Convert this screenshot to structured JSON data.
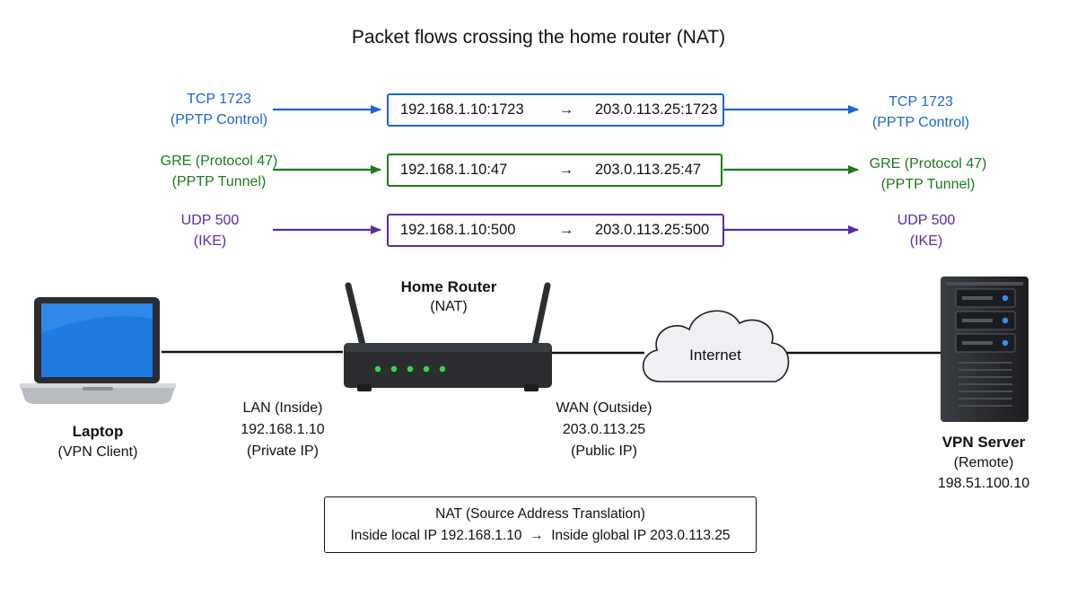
{
  "title": "Packet flows crossing the home router (NAT)",
  "flows": [
    {
      "color": "#1a66d6",
      "left_label": [
        "TCP 1723",
        "(PPTP Control)"
      ],
      "right_label": [
        "TCP 1723",
        "(PPTP Control)"
      ],
      "src": "192.168.1.10:1723",
      "arrow": "→",
      "dst": "203.0.113.25:1723"
    },
    {
      "color": "#1d7a1d",
      "left_label": [
        "GRE (Protocol 47)",
        "(PPTP Tunnel)"
      ],
      "right_label": [
        "GRE (Protocol 47)",
        "(PPTP Tunnel)"
      ],
      "src": "192.168.1.10:47",
      "arrow": "→",
      "dst": "203.0.113.25:47"
    },
    {
      "color": "#5a2aa8",
      "left_label": [
        "UDP 500",
        "(IKE)"
      ],
      "right_label": [
        "UDP 500",
        "(IKE)"
      ],
      "src": "192.168.1.10:500",
      "arrow": "→",
      "dst": "203.0.113.25:500"
    }
  ],
  "router": {
    "name": "Home Router",
    "sub": "(NAT)",
    "icon": "router-icon"
  },
  "laptop": {
    "name": "Laptop",
    "sub": "(VPN Client)",
    "icon": "laptop-icon",
    "screen_color": "#1e7be0"
  },
  "internet": {
    "label": "Internet",
    "icon": "cloud-icon"
  },
  "server": {
    "name": "VPN Server",
    "sub": "(Remote)",
    "ip": "198.51.100.10",
    "icon": "server-icon"
  },
  "lan": {
    "title": "LAN (Inside)",
    "ip": "192.168.1.10",
    "kind": "(Private IP)"
  },
  "wan": {
    "title": "WAN (Outside)",
    "ip": "203.0.113.25",
    "kind": "(Public IP)"
  },
  "nat_box": {
    "title": "NAT (Source Address Translation)",
    "line": "Inside local IP 192.168.1.10  →  Inside global IP 203.0.113.25"
  },
  "colors": {
    "led": "#3fd14a",
    "device_dark": "#2b2d30",
    "cloud_fill": "#eef0f3"
  }
}
